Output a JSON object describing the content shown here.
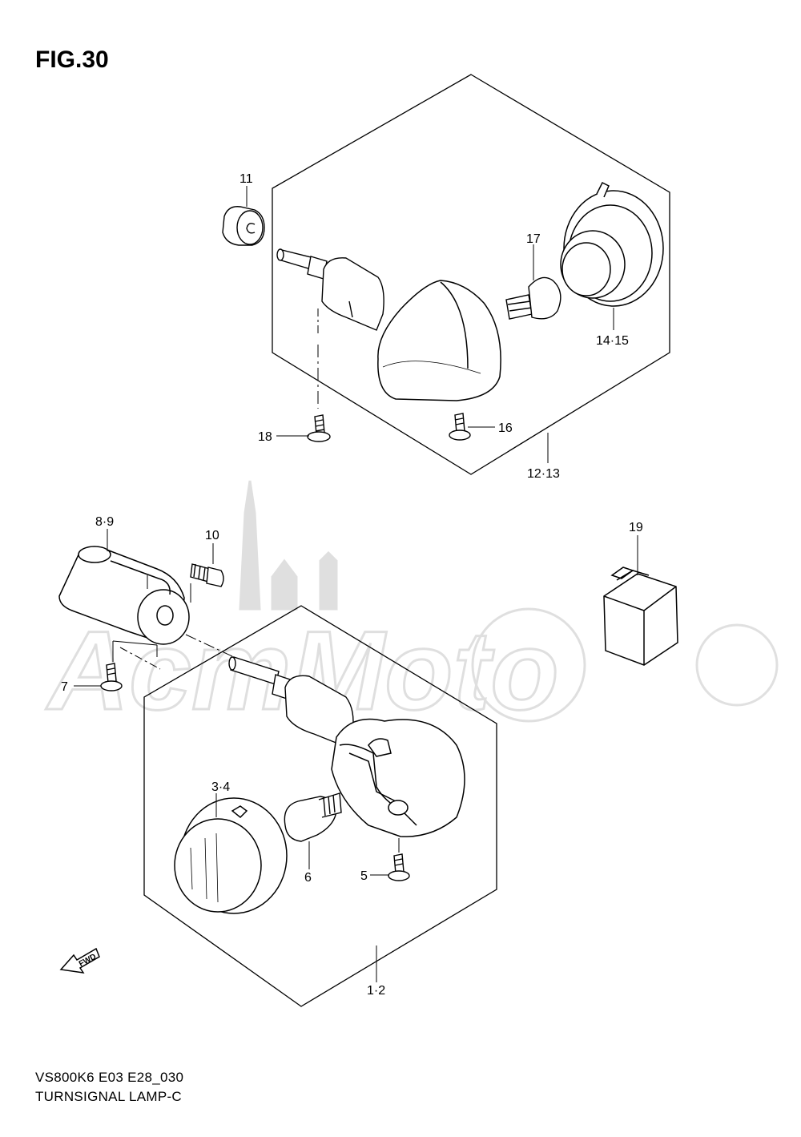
{
  "figure": {
    "title": "FIG.30",
    "model_code": "VS800K6 E03 E28_030",
    "section_name": "TURNSIGNAL LAMP-C"
  },
  "watermark": {
    "text": "AcmMoto"
  },
  "direction_badge": {
    "text": "FWD"
  },
  "part_labels": {
    "p11": "11",
    "p17": "17",
    "p14_15": "14·15",
    "p18": "18",
    "p16": "16",
    "p12_13": "12·13",
    "p8_9": "8·9",
    "p10": "10",
    "p19": "19",
    "p7": "7",
    "p3_4": "3·4",
    "p6": "6",
    "p5": "5",
    "p1_2": "1·2"
  }
}
